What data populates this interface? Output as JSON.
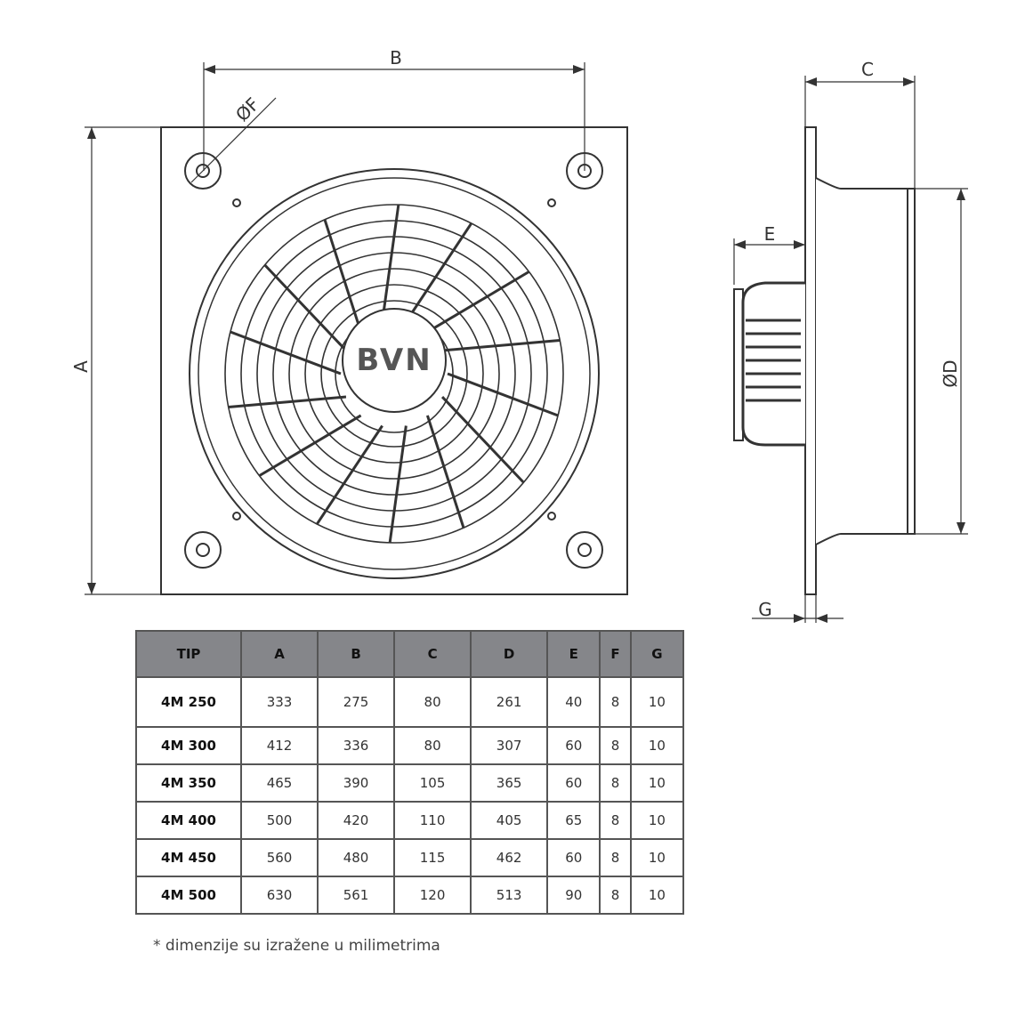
{
  "drawing": {
    "logo": "BVN",
    "dims": {
      "A": "A",
      "B": "B",
      "C": "C",
      "D": "ØD",
      "E": "E",
      "F": "ØF",
      "G": "G"
    }
  },
  "table": {
    "headers": [
      "TIP",
      "A",
      "B",
      "C",
      "D",
      "E",
      "F",
      "G"
    ],
    "rows": [
      [
        "4M 250",
        "333",
        "275",
        "80",
        "261",
        "40",
        "8",
        "10"
      ],
      [
        "4M 300",
        "412",
        "336",
        "80",
        "307",
        "60",
        "8",
        "10"
      ],
      [
        "4M 350",
        "465",
        "390",
        "105",
        "365",
        "60",
        "8",
        "10"
      ],
      [
        "4M 400",
        "500",
        "420",
        "110",
        "405",
        "65",
        "8",
        "10"
      ],
      [
        "4M 450",
        "560",
        "480",
        "115",
        "462",
        "60",
        "8",
        "10"
      ],
      [
        "4M 500",
        "630",
        "561",
        "120",
        "513",
        "90",
        "8",
        "10"
      ]
    ]
  },
  "footnote": "* dimenzije su izražene u milimetrima"
}
